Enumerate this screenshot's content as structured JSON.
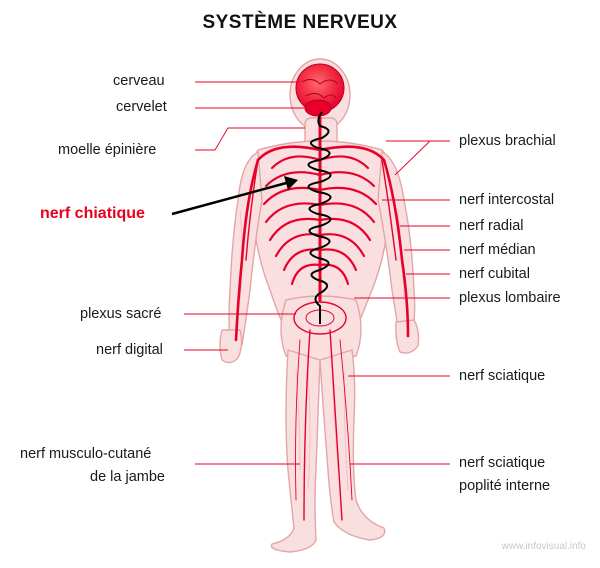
{
  "title": "SYSTÈME NERVEUX",
  "labels_left": {
    "cerveau": "cerveau",
    "cervelet": "cervelet",
    "moelle": "moelle épinière",
    "chiatique": "nerf  chiatique",
    "plexus_sacre": "plexus sacré",
    "nerf_digital": "nerf digital",
    "musculo_1": "nerf musculo-cutané",
    "musculo_2": "de la jambe"
  },
  "labels_right": {
    "plexus_brachial": "plexus brachial",
    "intercostal": "nerf intercostal",
    "radial": "nerf radial",
    "median": "nerf médian",
    "cubital": "nerf cubital",
    "lombaire": "plexus lombaire",
    "sciatique": "nerf sciatique",
    "poplite_1": "nerf sciatique",
    "poplite_2": "poplité interne"
  },
  "watermark": "www.infovisual.info",
  "colors": {
    "nerve": "#e8002a",
    "skin": "#f7dada",
    "outline": "#e5a3a3",
    "highlight": "#e8001c"
  }
}
